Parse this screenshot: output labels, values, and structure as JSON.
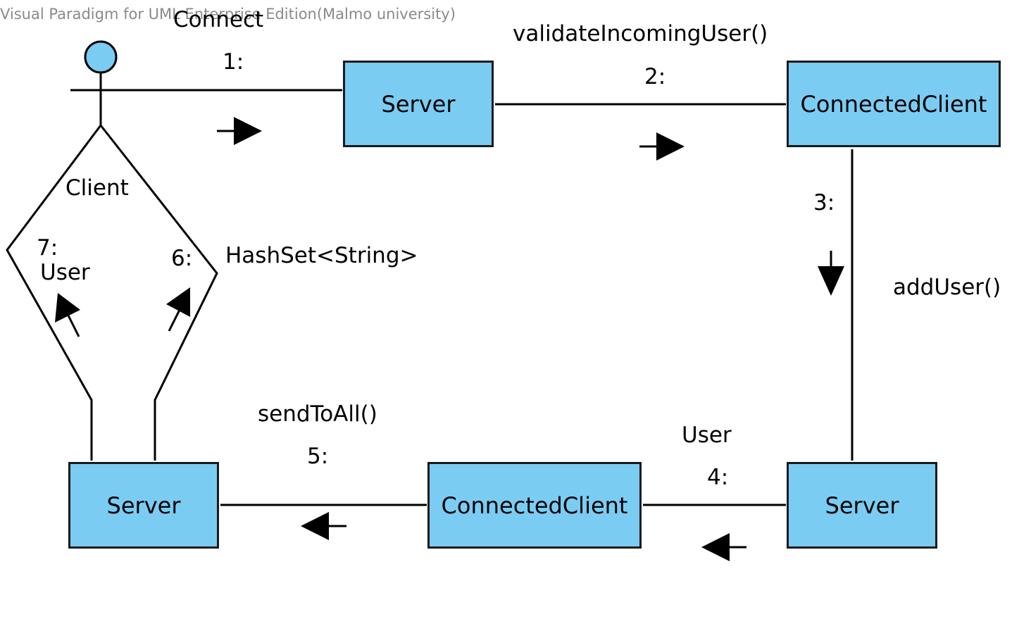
{
  "watermark": "Visual Paradigm for UML Enterprise Edition(Malmo university)",
  "actor": {
    "name": "Client"
  },
  "objects": {
    "server_top": "Server",
    "connected_client_top": "ConnectedClient",
    "server_bottom_right": "Server",
    "connected_client_bottom": "ConnectedClient",
    "server_bottom_left": "Server"
  },
  "messages": [
    {
      "number": "1:",
      "name": "Connect"
    },
    {
      "number": "2:",
      "name": "validateIncomingUser()"
    },
    {
      "number": "3:",
      "name": "addUser()"
    },
    {
      "number": "4:",
      "name": "User"
    },
    {
      "number": "5:",
      "name": "sendToAll()"
    },
    {
      "number": "6:",
      "name": "HashSet<String>"
    },
    {
      "number": "7:",
      "name": "User"
    }
  ],
  "colors": {
    "object_fill": "#7accf2",
    "actor_head_fill": "#7accf2",
    "line": "#000000"
  }
}
